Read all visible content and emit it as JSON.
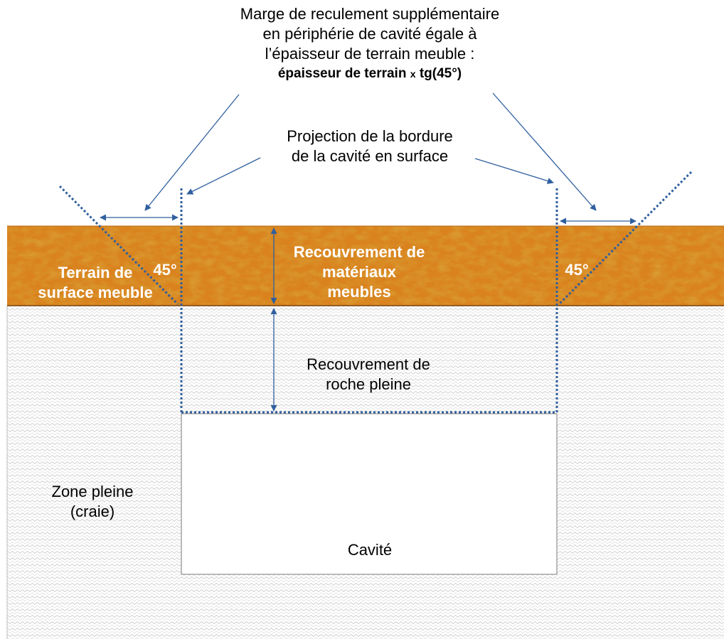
{
  "title": {
    "line1": "Marge de reculement supplémentaire",
    "line2": "en périphérie de cavité égale à",
    "line3": "l’épaisseur de terrain meuble :",
    "formula_a": "épaisseur de terrain",
    "formula_x": "x",
    "formula_b": "tg(45°)"
  },
  "projection": {
    "line1": "Projection de la bordure",
    "line2": "de la cavité en surface"
  },
  "loose_layer": {
    "label_line1": "Terrain de",
    "label_line2": "surface meuble",
    "cover_line1": "Recouvrement de",
    "cover_line2": "matériaux",
    "cover_line3": "meubles"
  },
  "angles": {
    "left": "45°",
    "right": "45°"
  },
  "rock": {
    "cover_line1": "Recouvrement de",
    "cover_line2": "roche pleine"
  },
  "zone": {
    "line1": "Zone pleine",
    "line2": "(craie)"
  },
  "cavity": {
    "label": "Cavité"
  },
  "colors": {
    "loose_soil": "#d9821e",
    "loose_soil_dark": "#a85a10",
    "chalk_pattern": "#d0d0d0",
    "arrow_blue": "#2f5f9e",
    "cavity_fill": "#ffffff"
  }
}
